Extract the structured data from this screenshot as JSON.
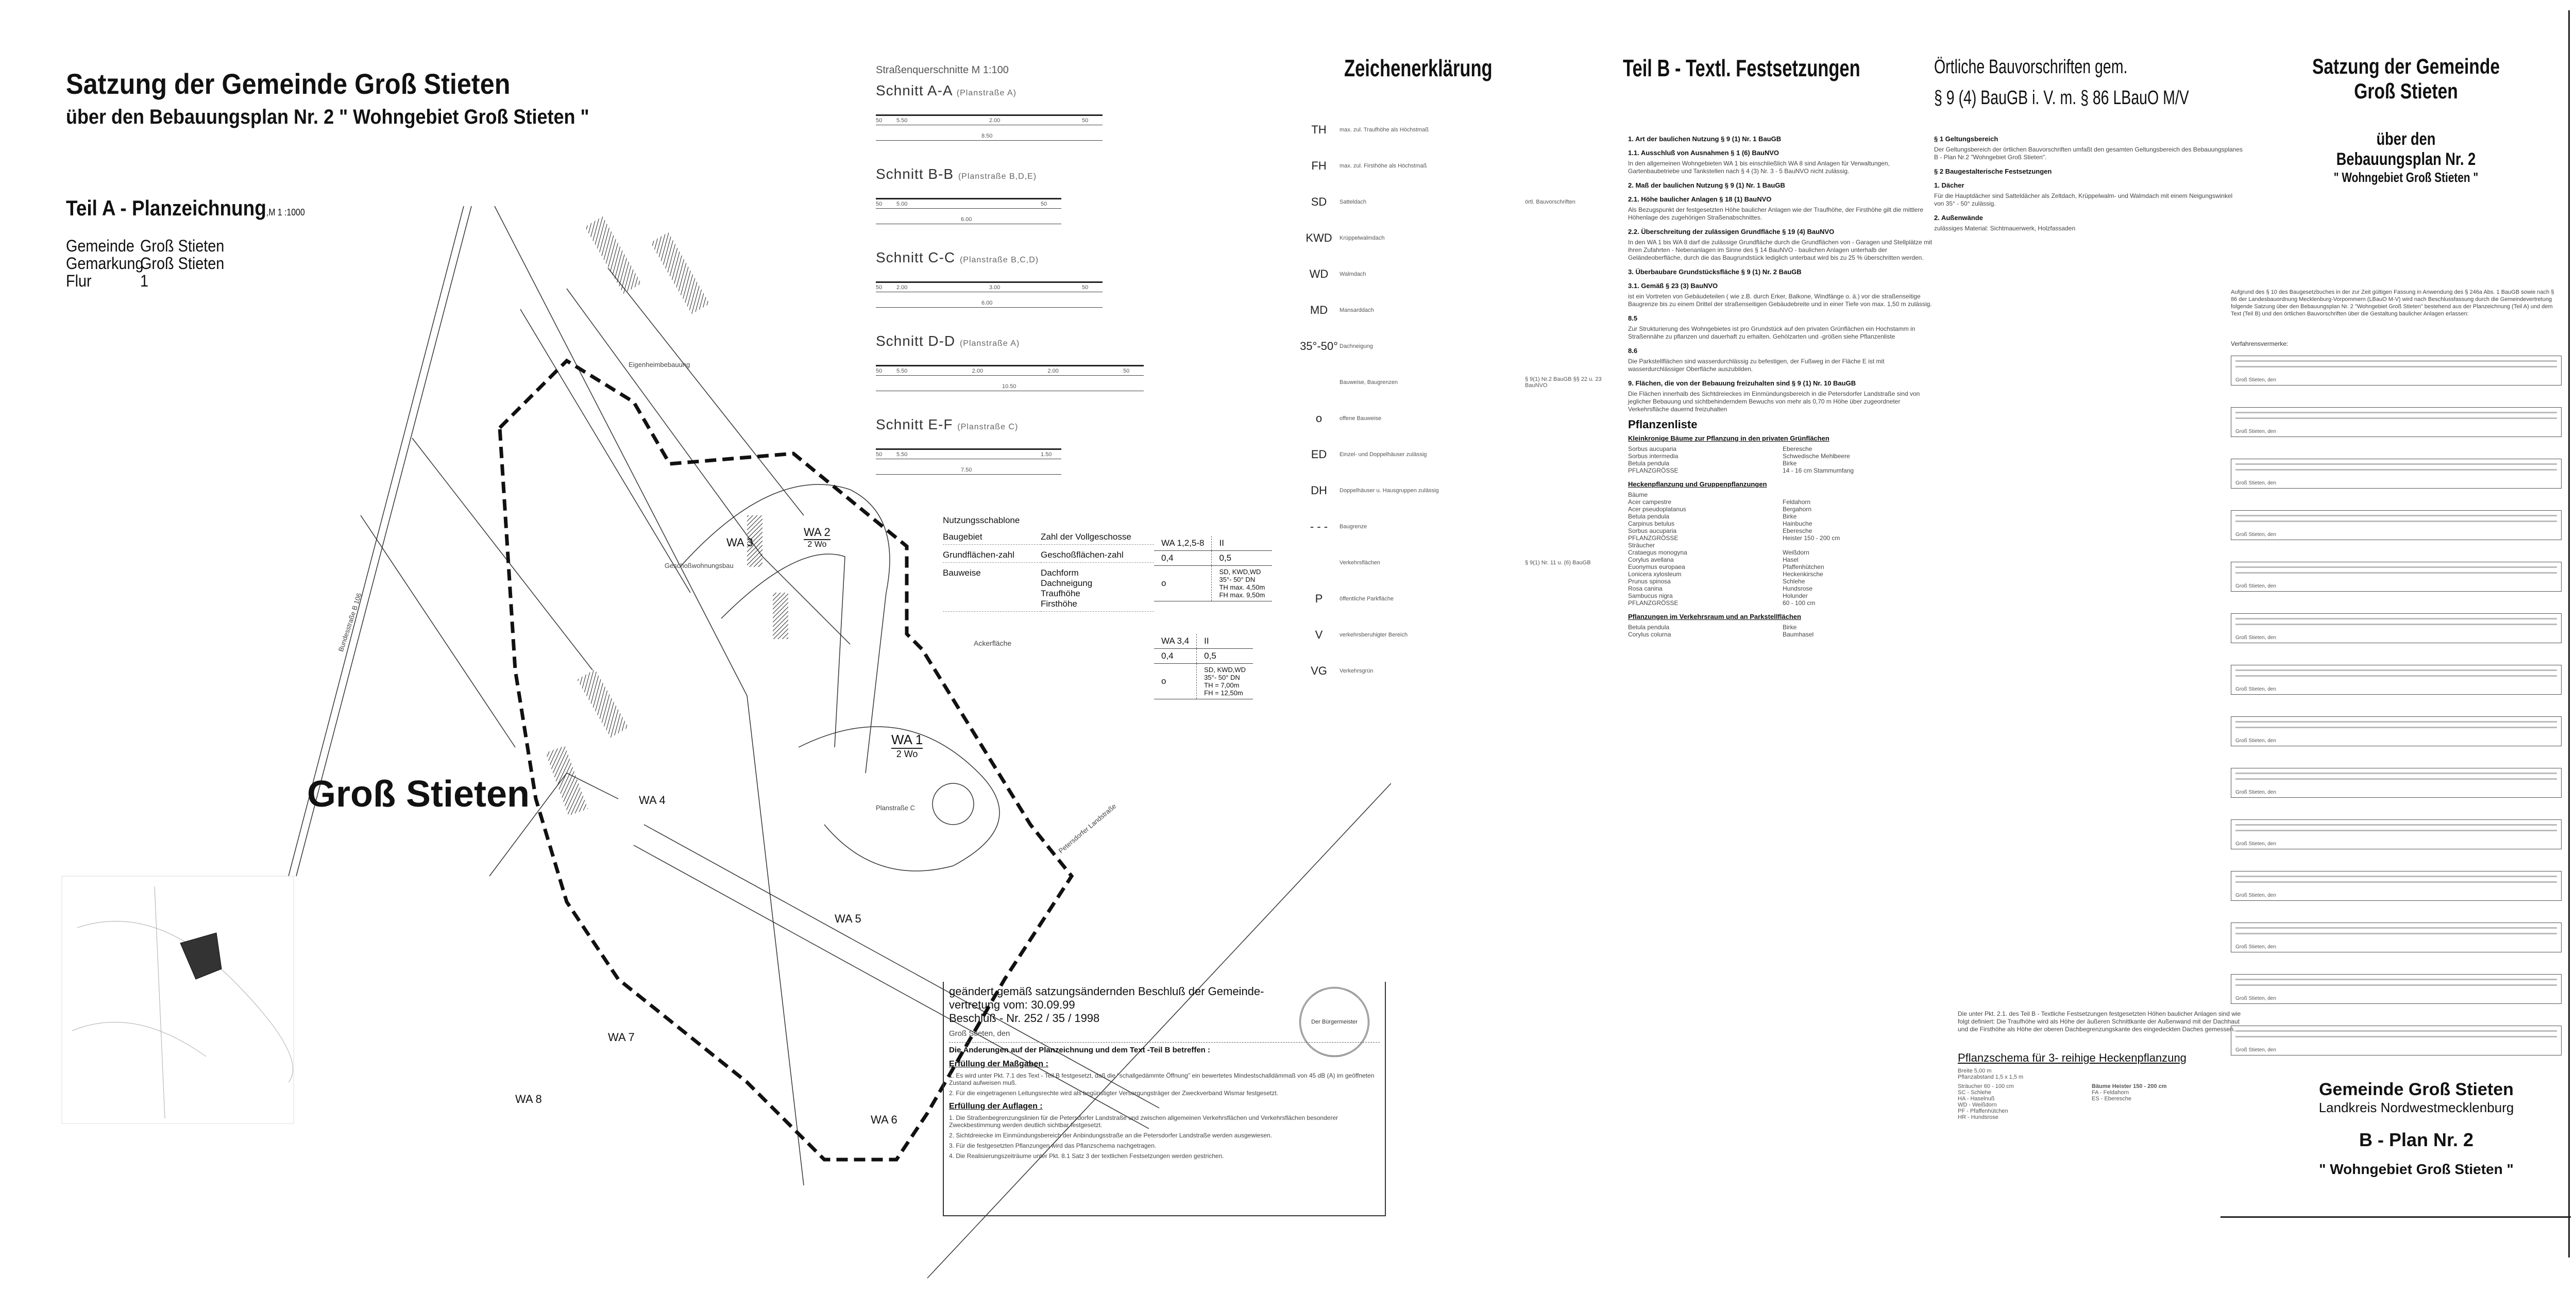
{
  "left": {
    "title": "Satzung der Gemeinde Groß Stieten",
    "subtitle": "über den Bebauungsplan Nr. 2 \" Wohngebiet Groß Stieten \"",
    "part_a": "Teil A - Planzeichnung",
    "scale": ",M 1 :1000",
    "meta": [
      {
        "key": "Gemeinde",
        "value": "Groß Stieten"
      },
      {
        "key": "Gemarkung",
        "value": "Groß Stieten"
      },
      {
        "key": "Flur",
        "value": "1"
      }
    ],
    "village_name": "Groß Stieten"
  },
  "plan": {
    "labels": [
      "Eigenheimbebauung",
      "Geschoßwohnungsbau",
      "Ackerfläche",
      "Bundesstraße B 106",
      "Planstraße C",
      "Petersdorfer Landstraße"
    ],
    "areas": [
      {
        "name": "WA 1",
        "sub": "2 Wo"
      },
      {
        "name": "WA 2",
        "sub": "2 Wo"
      },
      {
        "name": "WA 3",
        "sub": ""
      },
      {
        "name": "WA 4",
        "sub": ""
      },
      {
        "name": "WA 5",
        "sub": ""
      },
      {
        "name": "WA 6",
        "sub": ""
      },
      {
        "name": "WA 7",
        "sub": ""
      },
      {
        "name": "WA 8",
        "sub": ""
      }
    ]
  },
  "sections": {
    "heading": "Straßenquerschnitte M 1:100",
    "items": [
      {
        "label": "Schnitt A-A",
        "note": "(Planstraße A)",
        "dims": [
          "50",
          "5.50",
          "2.00",
          "50"
        ],
        "total": "8.50"
      },
      {
        "label": "Schnitt B-B",
        "note": "(Planstraße B,D,E)",
        "dims": [
          "50",
          "5.00",
          "50"
        ],
        "total": "6.00"
      },
      {
        "label": "Schnitt C-C",
        "note": "(Planstraße B,C,D)",
        "dims": [
          "50",
          "2.00",
          "3.00",
          "50"
        ],
        "total": "6.00"
      },
      {
        "label": "Schnitt D-D",
        "note": "(Planstraße A)",
        "dims": [
          "50",
          "5.50",
          "2.00",
          "2.00",
          "50"
        ],
        "total": "10.50"
      },
      {
        "label": "Schnitt E-F",
        "note": "(Planstraße C)",
        "dims": [
          "50",
          "5.50",
          "1.50"
        ],
        "total": "7.50"
      }
    ]
  },
  "nutzungsschablone": {
    "title": "Nutzungsschablone",
    "cells": [
      "Baugebiet",
      "Zahl der Vollgeschosse",
      "Grundflächen-zahl",
      "Geschoßflächen-zahl",
      "Bauweise",
      "Dachform\nDachneigung\nTraufhöhe\nFirsthöhe"
    ],
    "boxes": [
      {
        "area": "WA 1,2,5-8",
        "floors": "II",
        "grz": "0,4",
        "gfz": "0,5",
        "bauweise": "o",
        "roof": "SD, KWD,WD",
        "pitch": "35°- 50° DN",
        "th": "TH max. 4,50m",
        "fh": "FH max. 9,50m"
      },
      {
        "area": "WA 3,4",
        "floors": "II",
        "grz": "0,4",
        "gfz": "0,5",
        "bauweise": "o",
        "roof": "SD, KWD,WD",
        "pitch": "35°- 50° DN",
        "th": "TH =   7,00m",
        "fh": "FH = 12,50m"
      }
    ]
  },
  "note_box": {
    "line1": "geändert gemäß satzungsändernden Beschluß der Gemeinde-",
    "line2": "vertretung vom: 30.09.99",
    "line3": "Beschluß - Nr. 252 / 35 / 1998",
    "place_date": "Groß Stieten, den",
    "changes_heading": "Die Änderungen auf der Planzeichnung und dem Text -Teil B betreffen :",
    "massgaben_heading": "Erfüllung der Maßgaben :",
    "massgaben": [
      "1. Es wird unter Pkt. 7.1 des Text - Teil B festgesetzt, daß die \"schallgedämmte Öffnung\" ein bewertetes Mindestschalldämmaß von 45 dB (A) im geöffneten Zustand aufweisen muß.",
      "2. Für die eingetragenen Leitungsrechte wird als begünstigter Versorgungsträger der Zweckverband Wismar festgesetzt."
    ],
    "auflagen_heading": "Erfüllung der Auflagen :",
    "auflagen": [
      "1. Die Straßenbegrenzungslinien für die Petersdorfer Landstraße und zwischen allgemeinen Verkehrsflächen und Verkehrsflächen besonderer Zweckbestimmung werden deutlich sichtbar festgesetzt.",
      "2. Sichtdreiecke im Einmündungsbereich der Anbindungsstraße an die Petersdorfer Landstraße werden ausgewiesen.",
      "3. Für die festgesetzten Pflanzungen wird das Pflanzschema nachgetragen.",
      "4. Die Realisierungszeiträume unter Pkt. 8.1 Satz 3 der textlichen Festsetzungen werden gestrichen."
    ],
    "seal_text": "Der Bürgermeister"
  },
  "legend": {
    "title": "Zeichenerklärung",
    "items": [
      {
        "sym": "TH",
        "text": "max. zul. Traufhöhe als Höchstmaß",
        "ref": ""
      },
      {
        "sym": "FH",
        "text": "max. zul. Firsthöhe als Höchstmaß",
        "ref": ""
      },
      {
        "sym": "SD",
        "text": "Satteldach",
        "ref": "örtl. Bauvorschriften"
      },
      {
        "sym": "KWD",
        "text": "Krüppelwalmdach",
        "ref": ""
      },
      {
        "sym": "WD",
        "text": "Walmdach",
        "ref": ""
      },
      {
        "sym": "MD",
        "text": "Mansarddach",
        "ref": ""
      },
      {
        "sym": "35°-50°",
        "text": "Dachneigung",
        "ref": ""
      },
      {
        "sym": "",
        "text": "Bauweise, Baugrenzen",
        "ref": "§ 9(1) Nr.2 BauGB §§ 22 u. 23 BauNVO"
      },
      {
        "sym": "o",
        "text": "offene Bauweise",
        "ref": ""
      },
      {
        "sym": "ED",
        "text": "Einzel- und Doppelhäuser zulässig",
        "ref": ""
      },
      {
        "sym": "DH",
        "text": "Doppelhäuser u. Hausgruppen zulässig",
        "ref": ""
      },
      {
        "sym": "- - -",
        "text": "Baugrenze",
        "ref": ""
      },
      {
        "sym": "",
        "text": "Verkehrsflächen",
        "ref": "§ 9(1) Nr. 11 u. (6) BauGB"
      },
      {
        "sym": "P",
        "text": "öffentliche Parkfläche",
        "ref": ""
      },
      {
        "sym": "V",
        "text": "verkehrsberuhigter Bereich",
        "ref": ""
      },
      {
        "sym": "VG",
        "text": "Verkehrsgrün",
        "ref": ""
      }
    ]
  },
  "part_b": {
    "title": "Teil B - Textl. Festsetzungen",
    "blocks": [
      {
        "h": "1.   Art der baulichen Nutzung § 9 (1) Nr. 1 BauGB",
        "p": ""
      },
      {
        "h": "1.1.   Ausschluß von Ausnahmen § 1 (6) BauNVO",
        "p": "In den allgemeinen Wohngebieten WA 1 bis einschließlich WA 8 sind Anlagen für Verwaltungen, Gartenbaubetriebe und Tankstellen nach § 4 (3) Nr. 3 - 5 BauNVO nicht zulässig."
      },
      {
        "h": "2.   Maß der baulichen Nutzung § 9 (1) Nr. 1 BauGB",
        "p": ""
      },
      {
        "h": "2.1.   Höhe baulicher Anlagen § 18 (1) BauNVO",
        "p": "Als Bezugspunkt der festgesetzten Höhe baulicher Anlagen wie der Traufhöhe, der Firsthöhe gilt die mittlere Höhenlage des zugehörigen Straßenabschnittes."
      },
      {
        "h": "2.2.   Überschreitung der zulässigen Grundfläche § 19 (4) BauNVO",
        "p": "In den WA 1 bis WA 8 darf die zulässige Grundfläche durch die Grundflächen von - Garagen und Stellplätze mit ihren Zufahrten - Nebenanlagen im Sinne des § 14 BauNVO - baulichen Anlagen unterhalb der Geländeoberfläche, durch die das Baugrundstück lediglich unterbaut wird bis zu 25 % überschritten werden."
      },
      {
        "h": "3.   Überbaubare Grundstücksfläche § 9 (1) Nr. 2 BauGB",
        "p": ""
      },
      {
        "h": "3.1.   Gemäß § 23 (3) BauNVO",
        "p": "ist ein Vortreten von Gebäudeteilen ( wie z.B. durch Erker, Balkone, Windfänge o. ä.) vor die straßenseitige Baugrenze bis zu einem Drittel der straßenseitigen Gebäudebreite und in einer Tiefe von max. 1,50 m zulässig."
      },
      {
        "h": "8.5",
        "p": "Zur Strukturierung des Wohngebietes ist pro Grundstück auf den privaten Grünflächen ein Hochstamm in Straßennähe zu pflanzen und dauerhaft zu erhalten. Gehölzarten und -größen siehe Pflanzenliste"
      },
      {
        "h": "8.6",
        "p": "Die Parkstellflächen sind wasserdurchlässig zu befestigen, der Fußweg in der Fläche E ist mit wasserdurchlässiger Oberfläche auszubilden."
      },
      {
        "h": "9.   Flächen, die von der Bebauung freizuhalten sind § 9 (1) Nr. 10 BauGB",
        "p": "Die Flächen innerhalb des Sichtdreieckes im Einmündungsbereich in die Petersdorfer Landstraße sind von jeglicher Bebauung und sichtbehinderndem Bewuchs von mehr als 0,70 m Höhe über zugeordneter Verkehrsfläche dauernd freizuhalten"
      }
    ],
    "plant_list_title": "Pflanzenliste",
    "plant_groups": [
      {
        "h": "Kleinkronige Bäume zur Pflanzung in den privaten Grünflächen",
        "rows": [
          [
            "Sorbus aucuparia",
            "Eberesche"
          ],
          [
            "Sorbus intermedia",
            "Schwedische Mehlbeere"
          ],
          [
            "Betula pendula",
            "Birke"
          ],
          [
            "PFLANZGRÖSSE",
            "14 - 16 cm Stammumfang"
          ]
        ]
      },
      {
        "h": "Heckenpflanzung und Gruppenpflanzungen",
        "rows": [
          [
            "Bäume",
            ""
          ],
          [
            "Acer campestre",
            "Feldahorn"
          ],
          [
            "Acer pseudoplatanus",
            "Bergahorn"
          ],
          [
            "Betula pendula",
            "Birke"
          ],
          [
            "Carpinus betulus",
            "Hainbuche"
          ],
          [
            "Sorbus aucuparia",
            "Eberesche"
          ],
          [
            "PFLANZGRÖSSE",
            "Heister 150 - 200 cm"
          ],
          [
            "Sträucher",
            ""
          ],
          [
            "Crataegus monogyna",
            "Weißdorn"
          ],
          [
            "Corylus avellana",
            "Hasel"
          ],
          [
            "Euonymus europaea",
            "Pfaffenhütchen"
          ],
          [
            "Lonicera xylosteum",
            "Heckenkirsche"
          ],
          [
            "Prunus spinosa",
            "Schlehe"
          ],
          [
            "Rosa canina",
            "Hundsrose"
          ],
          [
            "Sambucus nigra",
            "Holunder"
          ],
          [
            "PFLANZGRÖSSE",
            "60 - 100 cm"
          ]
        ]
      },
      {
        "h": "Pflanzungen im Verkehrsraum und an Parkstellflächen",
        "rows": [
          [
            "Betula pendula",
            "Birke"
          ],
          [
            "Corylus colurna",
            "Baumhasel"
          ]
        ]
      }
    ]
  },
  "local_rules": {
    "title1": "Örtliche Bauvorschriften gem.",
    "title2": "§ 9 (4) BauGB i. V. m. § 86 LBauO M/V",
    "blocks": [
      {
        "h": "§ 1 Geltungsbereich",
        "p": "Der Geltungsbereich der örtlichen Bauvorschriften umfaßt den gesamten Geltungsbereich des Bebauungsplanes B - Plan Nr.2 \"Wohngebiet Groß Stieten\"."
      },
      {
        "h": "§ 2 Baugestalterische Festsetzungen",
        "p": ""
      },
      {
        "h": "1.   Dächer",
        "p": "Für die Hauptdächer sind Satteldächer als Zeltdach, Krüppelwalm- und Walmdach mit einem Neigungswinkel von 35° - 50° zulässig."
      },
      {
        "h": "2.   Außenwände",
        "p": "zulässiges Material: Sichtmauerwerk, Holzfassaden"
      }
    ],
    "extra": "Die unter Pkt. 2.1. des Teil B - Textliche Festsetzungen festgesetzten Höhen baulicher Anlagen sind wie folgt definiert: Die Traufhöhe wird als Höhe der äußeren Schnittkante der Außenwand mit der Dachhaut und die Firsthöhe als Höhe der oberen Dachbegrenzungskante des eingedeckten Daches gemessen.",
    "scheme_title": "Pflanzschema für 3- reihige Heckenpflanzung",
    "scheme_lines": [
      "Breite 5,00 m",
      "Pflanzabstand 1,5 x 1,5 m"
    ],
    "shrubs_h": "Sträucher 60 - 100 cm",
    "trees_h": "Bäume Heister 150 - 200 cm",
    "shrubs": [
      "SC - Schlehe",
      "HA - Haselnuß",
      "WD - Weißdorn",
      "PF - Pfaffenhütchen",
      "HR - Hundsrose"
    ],
    "trees": [
      "FA - Feldahorn",
      "ES - Eberesche"
    ]
  },
  "right": {
    "title1": "Satzung der Gemeinde",
    "title2": "Groß Stieten",
    "over": "über den",
    "plan": "Bebauungsplan Nr. 2",
    "name": "\" Wohngebiet Groß Stieten \"",
    "intro": "Aufgrund des § 10 des Baugesetzbuches in der zur Zeit gültigen Fassung in Anwendung des § 246a Abs. 1 BauGB sowie nach § 86 der Landesbauordnung Mecklenburg-Vorpommern (LBauO M-V) wird nach Beschlussfassung durch die Gemeindevertretung folgende Satzung über den Bebauungsplan Nr. 2 \"Wohngebiet Groß Stieten\" bestehend aus der Planzeichnung (Teil A) und dem Text (Teil B) und den örtlichen Bauvorschriften über die Gestaltung baulicher Anlagen erlassen:",
    "procedure_heading": "Verfahrensvermerke:",
    "signature_line": "Groß Stieten, den",
    "footer_title": "Gemeinde Groß Stieten",
    "footer_district": "Landkreis Nordwestmecklenburg",
    "footer_plan": "B - Plan Nr. 2",
    "footer_name": "\" Wohngebiet Groß Stieten \""
  }
}
